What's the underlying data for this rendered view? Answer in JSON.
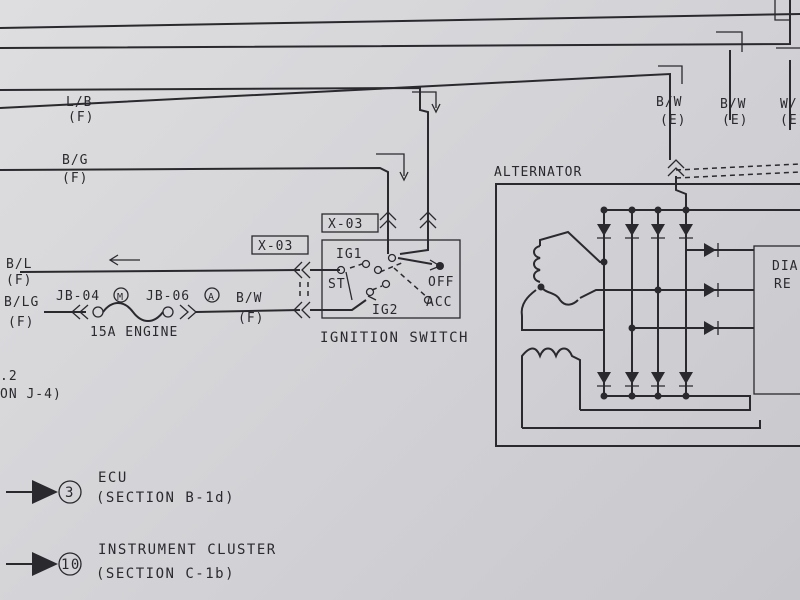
{
  "wires": {
    "lb": {
      "color": "L/B",
      "loc": "(F)"
    },
    "bg": {
      "color": "B/G",
      "loc": "(F)"
    },
    "bl": {
      "color": "B/L",
      "loc": "(F)"
    },
    "blg": {
      "color": "B/LG",
      "loc": "(F)"
    },
    "bw_left": {
      "color": "B/W",
      "loc": "(F)"
    },
    "bw_right1": {
      "color": "B/W",
      "loc": "(E)"
    },
    "bw_right2": {
      "color": "B/W",
      "loc": "(E)"
    },
    "bw_right3": {
      "color": "W/",
      "loc": "(E)"
    }
  },
  "connectors": {
    "x03_top": "X-03",
    "x03_left": "X-03"
  },
  "fuse": {
    "jb_left": "JB-04",
    "jb_left_badge": "M",
    "jb_right": "JB-06",
    "jb_right_badge": "A",
    "rating": "15A ENGINE"
  },
  "ignition": {
    "title": "IGNITION SWITCH",
    "ig1": "IG1",
    "st": "ST",
    "ig2": "IG2",
    "off": "OFF",
    "acc": "ACC"
  },
  "alternator": {
    "title": "ALTERNATOR",
    "regulator_line1": "DIA",
    "regulator_line2": "RE"
  },
  "refs": {
    "partial1": ".2",
    "partial2": "ON J-4)",
    "ecu": {
      "number": "3",
      "name": "ECU",
      "section": "(SECTION B-1d)"
    },
    "cluster": {
      "number": "10",
      "name": "INSTRUMENT CLUSTER",
      "section": "(SECTION C-1b)"
    }
  }
}
